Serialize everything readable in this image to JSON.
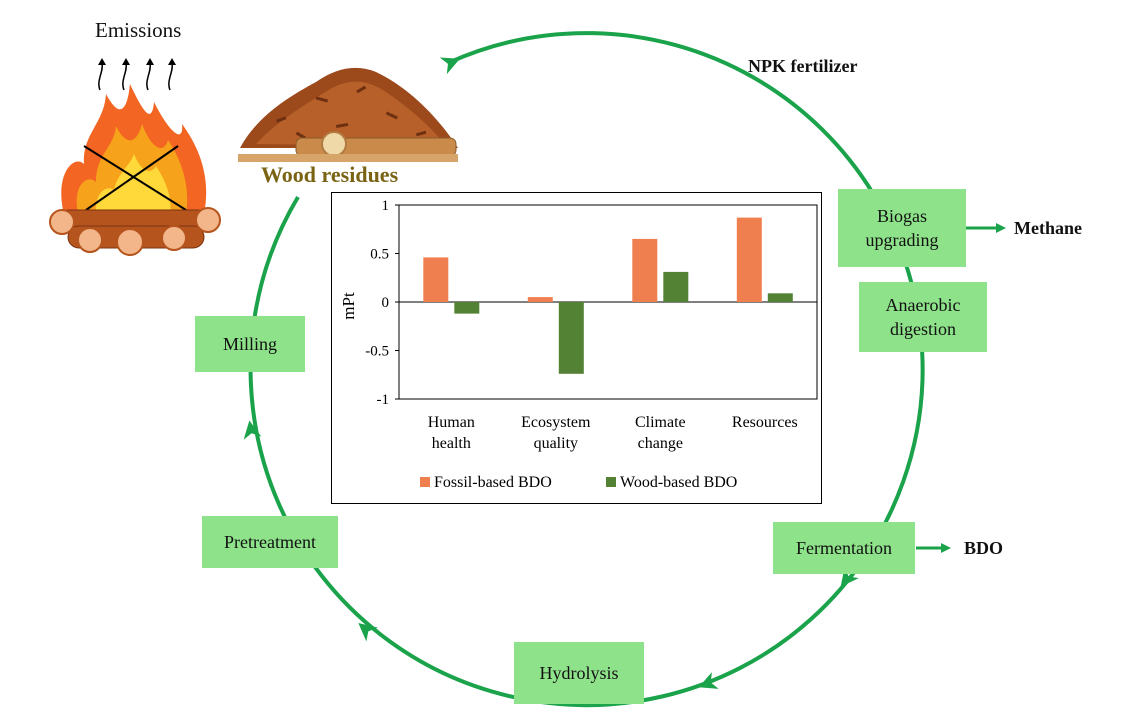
{
  "labels": {
    "emissions": "Emissions",
    "wood_residues": "Wood residues",
    "npk": "NPK fertilizer",
    "methane": "Methane",
    "bdo": "BDO"
  },
  "steps": {
    "milling": "Milling",
    "pretreatment": "Pretreatment",
    "hydrolysis": "Hydrolysis",
    "fermentation": "Fermentation",
    "anaerobic": "Anaerobic\ndigestion",
    "biogas": "Biogas\nupgrading"
  },
  "colors": {
    "cycle": "#1aa34a",
    "step_box": "#8ee28a",
    "fossil": "#f07f50",
    "wood": "#548235",
    "wood_label": "#7a6414"
  },
  "chart_data": {
    "type": "bar",
    "categories": [
      "Human health",
      "Ecosystem quality",
      "Climate change",
      "Resources"
    ],
    "category_lines": [
      [
        "Human",
        "health"
      ],
      [
        "Ecosystem",
        "quality"
      ],
      [
        "Climate",
        "change"
      ],
      [
        "Resources"
      ]
    ],
    "series": [
      {
        "name": "Fossil-based BDO",
        "values": [
          0.46,
          0.05,
          0.65,
          0.87
        ]
      },
      {
        "name": "Wood-based BDO",
        "values": [
          -0.12,
          -0.74,
          0.31,
          0.09
        ]
      }
    ],
    "ylabel": "mPt",
    "ylim": [
      -1,
      1
    ],
    "yticks": [
      1,
      0.5,
      0,
      -0.5,
      -1
    ],
    "ytick_labels": [
      "1",
      "0.5",
      "0",
      "-0.5",
      "-1"
    ],
    "grid": false,
    "legend": "bottom"
  }
}
